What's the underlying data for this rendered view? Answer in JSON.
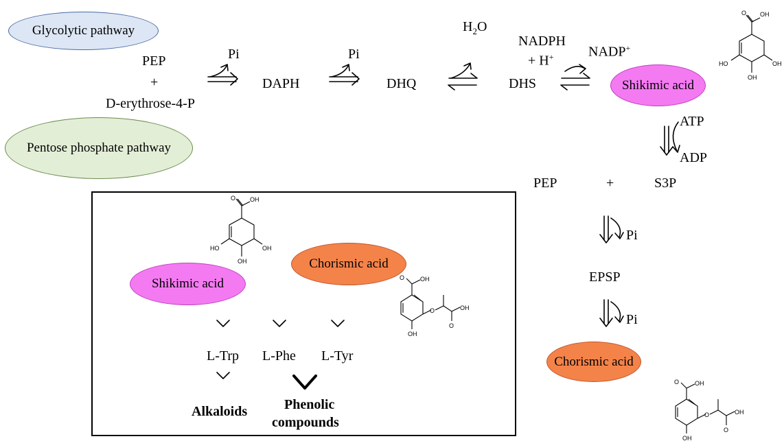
{
  "pathways": {
    "glycolytic": "Glycolytic pathway",
    "pentose": "Pentose phosphate pathway"
  },
  "top_row": {
    "pep": "PEP",
    "plus": "+",
    "e4p": "D-erythrose-4-P",
    "pi_1": "Pi",
    "daph": "DAPH",
    "pi_2": "Pi",
    "dhq": "DHQ",
    "h2o_h": "H",
    "h2o_2": "2",
    "h2o_o": "O",
    "dhs": "DHS",
    "nadph": "NADPH",
    "h_plus_pre": "+ H",
    "h_plus_sup": "+",
    "nadp": "NADP",
    "nadp_sup": "+",
    "shikimic": "Shikimic acid"
  },
  "right_column": {
    "atp": "ATP",
    "adp": "ADP",
    "pep": "PEP",
    "plus": "+",
    "s3p": "S3P",
    "pi_1": "Pi",
    "epsp": "EPSP",
    "pi_2": "Pi",
    "chorismic": "Chorismic acid"
  },
  "box": {
    "shikimic": "Shikimic acid",
    "chorismic": "Chorismic acid",
    "trp": "L-Trp",
    "phe": "L-Phe",
    "tyr": "L-Tyr",
    "alkaloids": "Alkaloids",
    "phenolic_1": "Phenolic",
    "phenolic_2": "compounds"
  },
  "molecule_labels": {
    "oh": "OH",
    "o": "O",
    "ho": "HO"
  },
  "colors": {
    "glycolytic": "#dde6f4",
    "pentose": "#e3eed7",
    "shikimic": "#f47af2",
    "chorismic": "#f4834a"
  }
}
